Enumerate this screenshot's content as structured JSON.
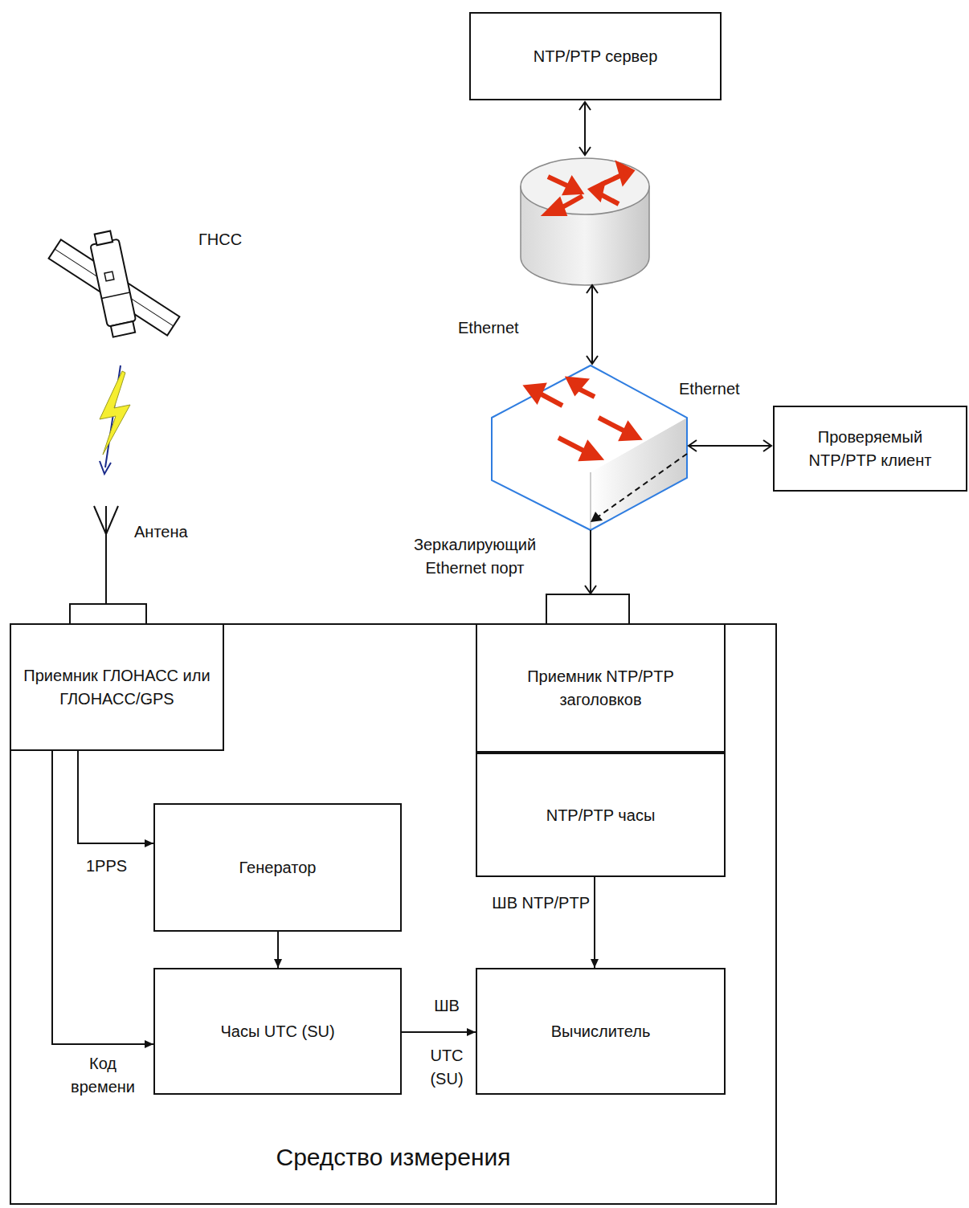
{
  "diagram": {
    "nodes": [
      {
        "text": [
          "NTP/PTP сервер"
        ]
      },
      {
        "text": [
          "Проверяемый NTP/PTP клиент"
        ]
      },
      {
        "text": [
          "Средство измерения"
        ]
      },
      {
        "text": [
          "Приемник ГЛОНАСС или ГЛОНАСС/GPS"
        ],
        "in": 2
      },
      {
        "text": [
          "Приемник NTP/PTP заголовков"
        ],
        "in": 2
      },
      {
        "text": [
          "NTP/PTP часы"
        ],
        "in": 2
      },
      {
        "text": [
          "Генератор"
        ],
        "in": 2
      },
      {
        "text": [
          "Часы UTC (SU)"
        ],
        "in": 2
      },
      {
        "text": [
          "Вычислитель"
        ],
        "in": 2
      }
    ],
    "edges": [
      {
        "from": 3,
        "to": 6,
        "arrow": "to",
        "label": "1PPS"
      },
      {
        "from": 3,
        "to": 7,
        "arrow": "to",
        "label": "Код времени"
      },
      {
        "from": 6,
        "to": 7,
        "arrow": "to"
      },
      {
        "from": 7,
        "to": 8,
        "arrow": "to",
        "label": "ШВ"
      },
      {
        "from": 5,
        "to": 8,
        "arrow": "to",
        "label": "ШВ NTP/PTP"
      }
    ],
    "labels": [
      "ГНСС",
      "Антена",
      "Ethernet",
      "Ethernet",
      "Зеркалирующий Ethernet порт",
      "UTC (SU)"
    ]
  }
}
